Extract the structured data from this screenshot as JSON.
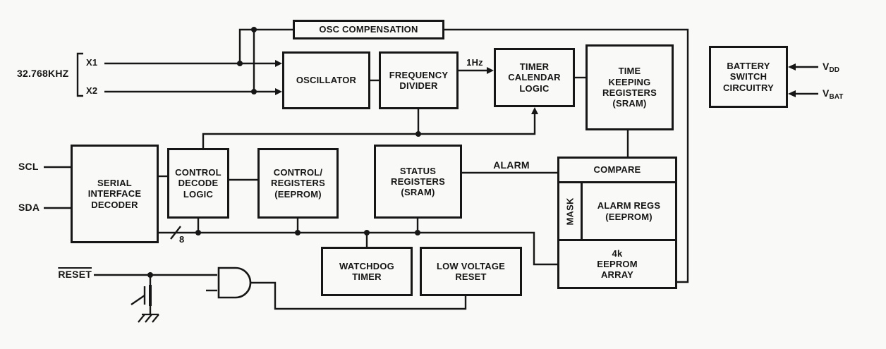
{
  "diagram": {
    "title_hint": "RTC block diagram",
    "colors": {
      "ink": "#161616",
      "paper": "#f9f9f7"
    },
    "blocks": {
      "osc_compensation": {
        "label": "OSC COMPENSATION"
      },
      "oscillator": {
        "label": "OSCILLATOR"
      },
      "frequency_divider": {
        "label": "FREQUENCY\nDIVIDER"
      },
      "timer_calendar_logic": {
        "label": "TIMER\nCALENDAR\nLOGIC"
      },
      "time_keeping_registers": {
        "label": "TIME\nKEEPING\nREGISTERS\n(SRAM)"
      },
      "battery_switch": {
        "label": "BATTERY\nSWITCH\nCIRCUITRY"
      },
      "serial_interface_decoder": {
        "label": "SERIAL\nINTERFACE\nDECODER"
      },
      "control_decode_logic": {
        "label": "CONTROL\nDECODE\nLOGIC"
      },
      "control_registers": {
        "label": "CONTROL/\nREGISTERS\n(EEPROM)"
      },
      "status_registers": {
        "label": "STATUS\nREGISTERS\n(SRAM)"
      },
      "compare": {
        "label": "COMPARE"
      },
      "mask": {
        "label": "MASK"
      },
      "alarm_regs": {
        "label": "ALARM REGS\n(EEPROM)"
      },
      "eeprom_array": {
        "label": "4k\nEEPROM\nARRAY"
      },
      "watchdog_timer": {
        "label": "WATCHDOG\nTIMER"
      },
      "low_voltage_reset": {
        "label": "LOW VOLTAGE\nRESET"
      }
    },
    "labels": {
      "crystal_freq": "32.768KHZ",
      "x1": "X1",
      "x2": "X2",
      "one_hz": "1Hz",
      "scl": "SCL",
      "sda": "SDA",
      "bus_width": "8",
      "alarm": "ALARM",
      "reset": "RESET",
      "vdd_main": "V",
      "vdd_sub": "DD",
      "vbat_main": "V",
      "vbat_sub": "BAT"
    }
  }
}
